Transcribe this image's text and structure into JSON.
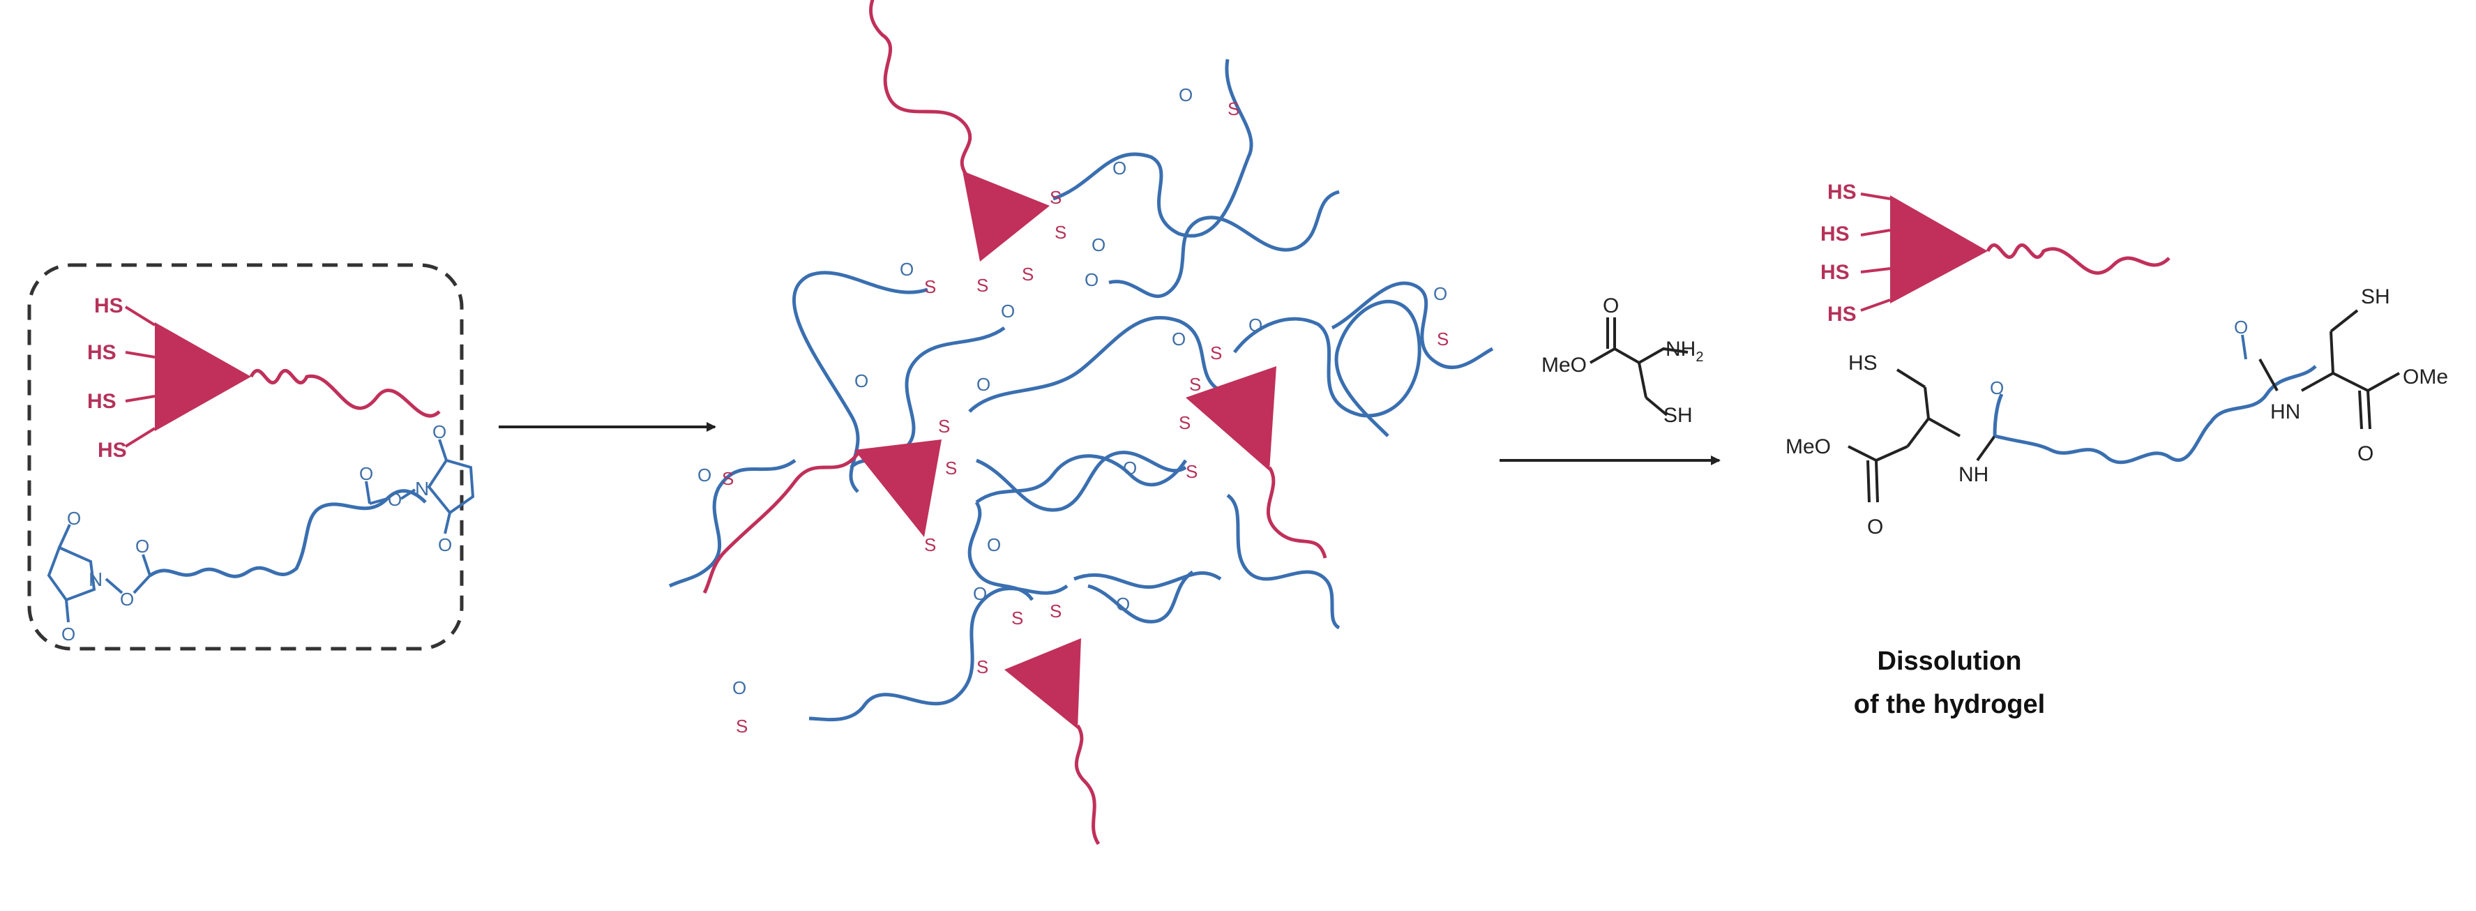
{
  "colors": {
    "thiol_polymer": "#c0305a",
    "crosslinker": "#3a6fb0",
    "text": "#222222"
  },
  "reactants": {
    "thiol_group_label": "HS",
    "o_label": "O",
    "n_label": "N"
  },
  "network": {
    "s_label": "S",
    "o_label": "O"
  },
  "reagent": {
    "meo": "MeO",
    "o": "O",
    "nh2": "NH",
    "nh2_sub": "2",
    "sh": "SH"
  },
  "product": {
    "hs_top": "HS",
    "hs_left": "HS",
    "sh_right": "SH",
    "meo_left": "MeO",
    "ome_right": "OMe",
    "nh_left": "NH",
    "hn_right": "HN",
    "o_label": "O"
  },
  "caption": {
    "line1": "Dissolution",
    "line2": "of the hydrogel"
  }
}
